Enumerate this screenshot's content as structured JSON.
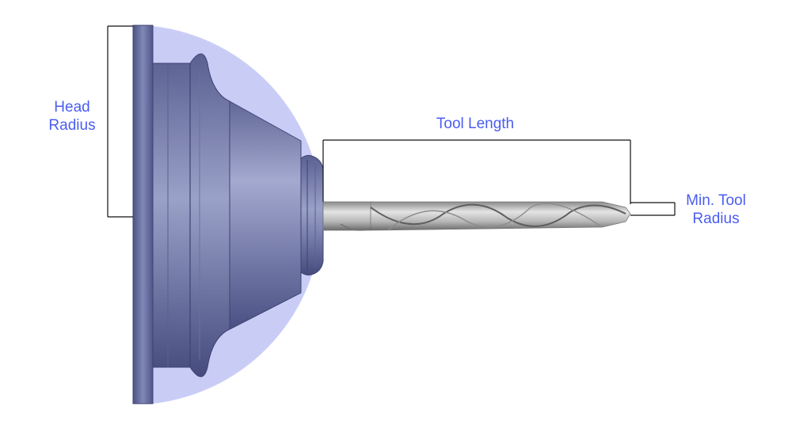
{
  "labels": {
    "head_radius": [
      "Head",
      "Radius"
    ],
    "tool_length": "Tool Length",
    "min_tool_radius": [
      "Min. Tool",
      "Radius"
    ]
  },
  "colors": {
    "label_text": "#4a5df0",
    "envelope_fill": "#c9cdf6",
    "holder_body": "#7b83ad",
    "holder_dark": "#4c5286",
    "drill_light": "#d9d9d9",
    "drill_dark": "#6e6e6e",
    "dimension_line": "#111111"
  },
  "icons": {
    "holder": "tool-holder-icon",
    "drill": "twist-drill-icon",
    "envelope": "head-radius-envelope"
  }
}
